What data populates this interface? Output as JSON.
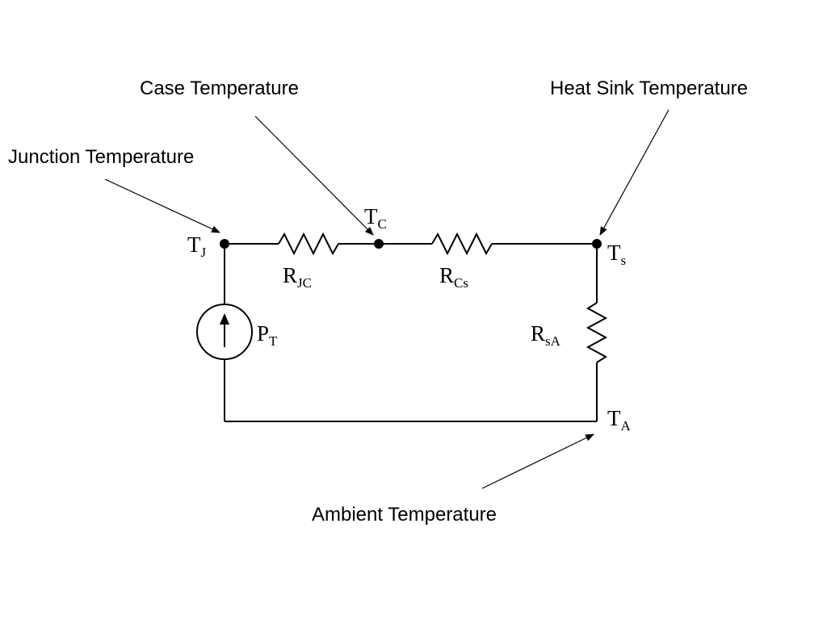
{
  "labels": {
    "case": "Case Temperature",
    "heat_sink": "Heat Sink Temperature",
    "junction": "Junction Temperature",
    "ambient": "Ambient Temperature"
  },
  "nodes": {
    "tj": {
      "main": "T",
      "sub": "J"
    },
    "tc": {
      "main": "T",
      "sub": "C"
    },
    "ts": {
      "main": "T",
      "sub": "s"
    },
    "ta": {
      "main": "T",
      "sub": "A"
    }
  },
  "components": {
    "rjc": {
      "main": "R",
      "sub": "JC"
    },
    "rcs": {
      "main": "R",
      "sub": "Cs"
    },
    "rsa": {
      "main": "R",
      "sub": "sA"
    },
    "pt": {
      "main": "P",
      "sub": "T"
    }
  },
  "colors": {
    "ink": "#000000",
    "background": "#ffffff"
  }
}
